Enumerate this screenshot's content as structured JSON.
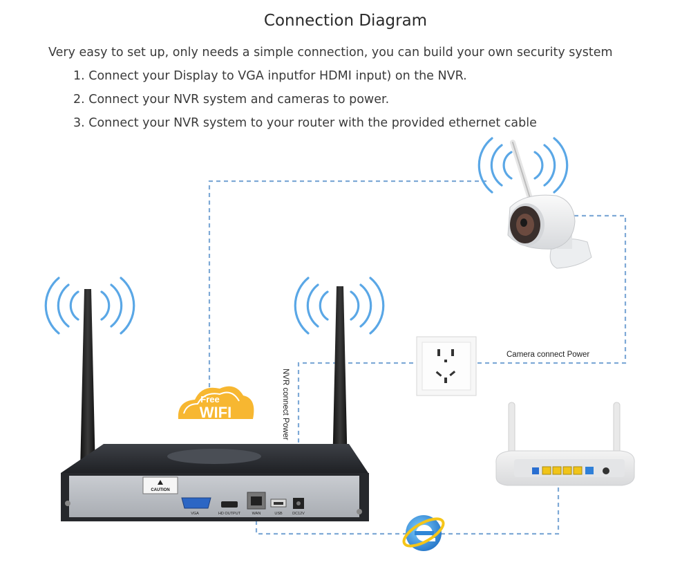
{
  "title": "Connection Diagram",
  "intro": "Very easy to set up, only needs a simple connection, you can build your own security system",
  "steps": [
    "1. Connect your Display to VGA inputfor HDMI input) on the NVR.",
    "2. Connect your NVR system and cameras to power.",
    "3. Connect your NVR system to your router with the provided ethernet cable"
  ],
  "labels": {
    "camera_power": "Camera connect Power",
    "nvr_power": "NVR connect Power",
    "wifi_free": "Free",
    "wifi_main": "WIFI"
  },
  "nvr_ports": {
    "caution": "CAUTION",
    "vga": "VGA",
    "hdmi": "HD OUTPUT",
    "lan": "WAN",
    "usb": "USB",
    "dc": "DC12V"
  },
  "colors": {
    "dashed_line": "#7ea9d6",
    "wifi_signal": "#5aa7e6",
    "wifi_badge": "#f5a623",
    "nvr_body": "#2b2d31",
    "ie_blue": "#2f86d6"
  },
  "icons": [
    "wifi-signal-icon",
    "cloud-wifi-icon",
    "internet-explorer-icon",
    "power-outlet-icon",
    "router-icon",
    "camera-icon",
    "nvr-icon"
  ]
}
